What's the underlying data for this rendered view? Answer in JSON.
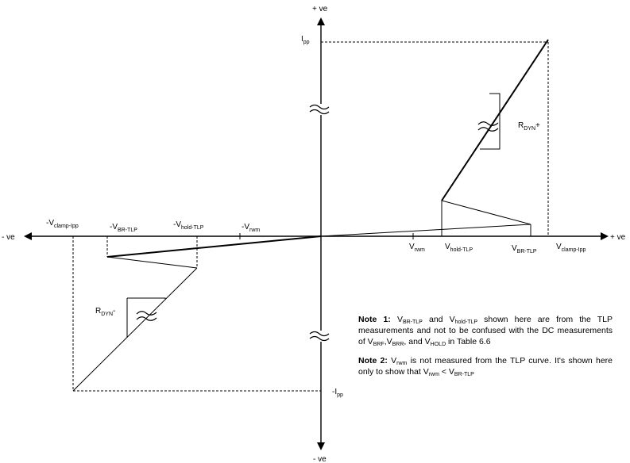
{
  "axes": {
    "x_positive": "+ ve",
    "x_negative": "- ve",
    "y_positive": "+ ve",
    "y_negative": "- ve"
  },
  "labels": {
    "ipp_pos": {
      "main": "I",
      "sub": "pp"
    },
    "ipp_neg": {
      "main": "-I",
      "sub": "pp"
    },
    "vrwm_pos": {
      "main": "V",
      "sub": "rwm"
    },
    "vhold_pos": {
      "main": "V",
      "sub": "hold-TLP"
    },
    "vbr_pos": {
      "main": "V",
      "sub": "BR-TLP"
    },
    "vclamp_pos": {
      "main": "V",
      "sub": "clamp-Ipp"
    },
    "vclamp_neg": {
      "main": "-V",
      "sub": "clamp-Ipp"
    },
    "vbr_neg": {
      "main": "-V",
      "sub": "BR-TLP"
    },
    "vhold_neg": {
      "main": "-V",
      "sub": "hold-TLP"
    },
    "vrwm_neg": {
      "main": "-V",
      "sub": "rwm"
    },
    "rdyn_pos": {
      "main": "R",
      "sub": "DYN",
      "suffix": "+"
    },
    "rdyn_neg": {
      "main": "R",
      "sub": "DYN",
      "suffix": "-"
    }
  },
  "notes": {
    "note1": {
      "title": "Note 1:",
      "t1": "V",
      "s1": "BR-TLP",
      "t2": " and V",
      "s2": "hold-TLP",
      "t3": " shown here are from the TLP measurements and not to be confused with the DC measurements of V",
      "s3": "BRF",
      "t4": ",V",
      "s4": "BRR",
      "t5": ", and V",
      "s5": "HOLD",
      "t6": " in Table 6.6"
    },
    "note2": {
      "title": "Note 2:",
      "t1": " V",
      "s1": "rwm",
      "t2": " is not measured from the TLP curve. It's shown here only to show that V",
      "s2": "rwm",
      "t3": " <  V",
      "s3": "BR-TLP"
    }
  }
}
